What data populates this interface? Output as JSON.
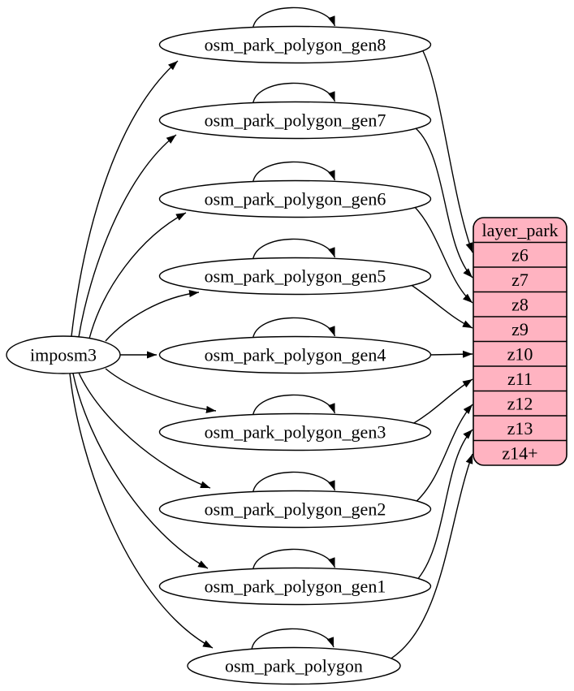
{
  "diagram": {
    "source_node": {
      "label": "imposm3"
    },
    "tables": [
      {
        "label": "osm_park_polygon_gen8",
        "from": "imposm3",
        "to_field": "z6",
        "self_loop": true
      },
      {
        "label": "osm_park_polygon_gen7",
        "from": "imposm3",
        "to_field": "z7",
        "self_loop": true
      },
      {
        "label": "osm_park_polygon_gen6",
        "from": "imposm3",
        "to_field": "z8",
        "self_loop": true
      },
      {
        "label": "osm_park_polygon_gen5",
        "from": "imposm3",
        "to_field": "z9",
        "self_loop": true
      },
      {
        "label": "osm_park_polygon_gen4",
        "from": "imposm3",
        "to_field": "z10",
        "self_loop": true
      },
      {
        "label": "osm_park_polygon_gen3",
        "from": "imposm3",
        "to_field": "z11",
        "self_loop": true
      },
      {
        "label": "osm_park_polygon_gen2",
        "from": "imposm3",
        "to_field": "z12",
        "self_loop": true
      },
      {
        "label": "osm_park_polygon_gen1",
        "from": "imposm3",
        "to_field": "z13",
        "self_loop": true
      },
      {
        "label": "osm_park_polygon",
        "from": "imposm3",
        "to_field": "z14+",
        "self_loop": true
      }
    ],
    "layer_node": {
      "title": "layer_park",
      "fields": [
        "z6",
        "z7",
        "z8",
        "z9",
        "z10",
        "z11",
        "z12",
        "z13",
        "z14+"
      ]
    },
    "colors": {
      "layer_fill": "#ffb3c1",
      "table_fill": "#ffffff",
      "stroke": "#000000"
    }
  }
}
